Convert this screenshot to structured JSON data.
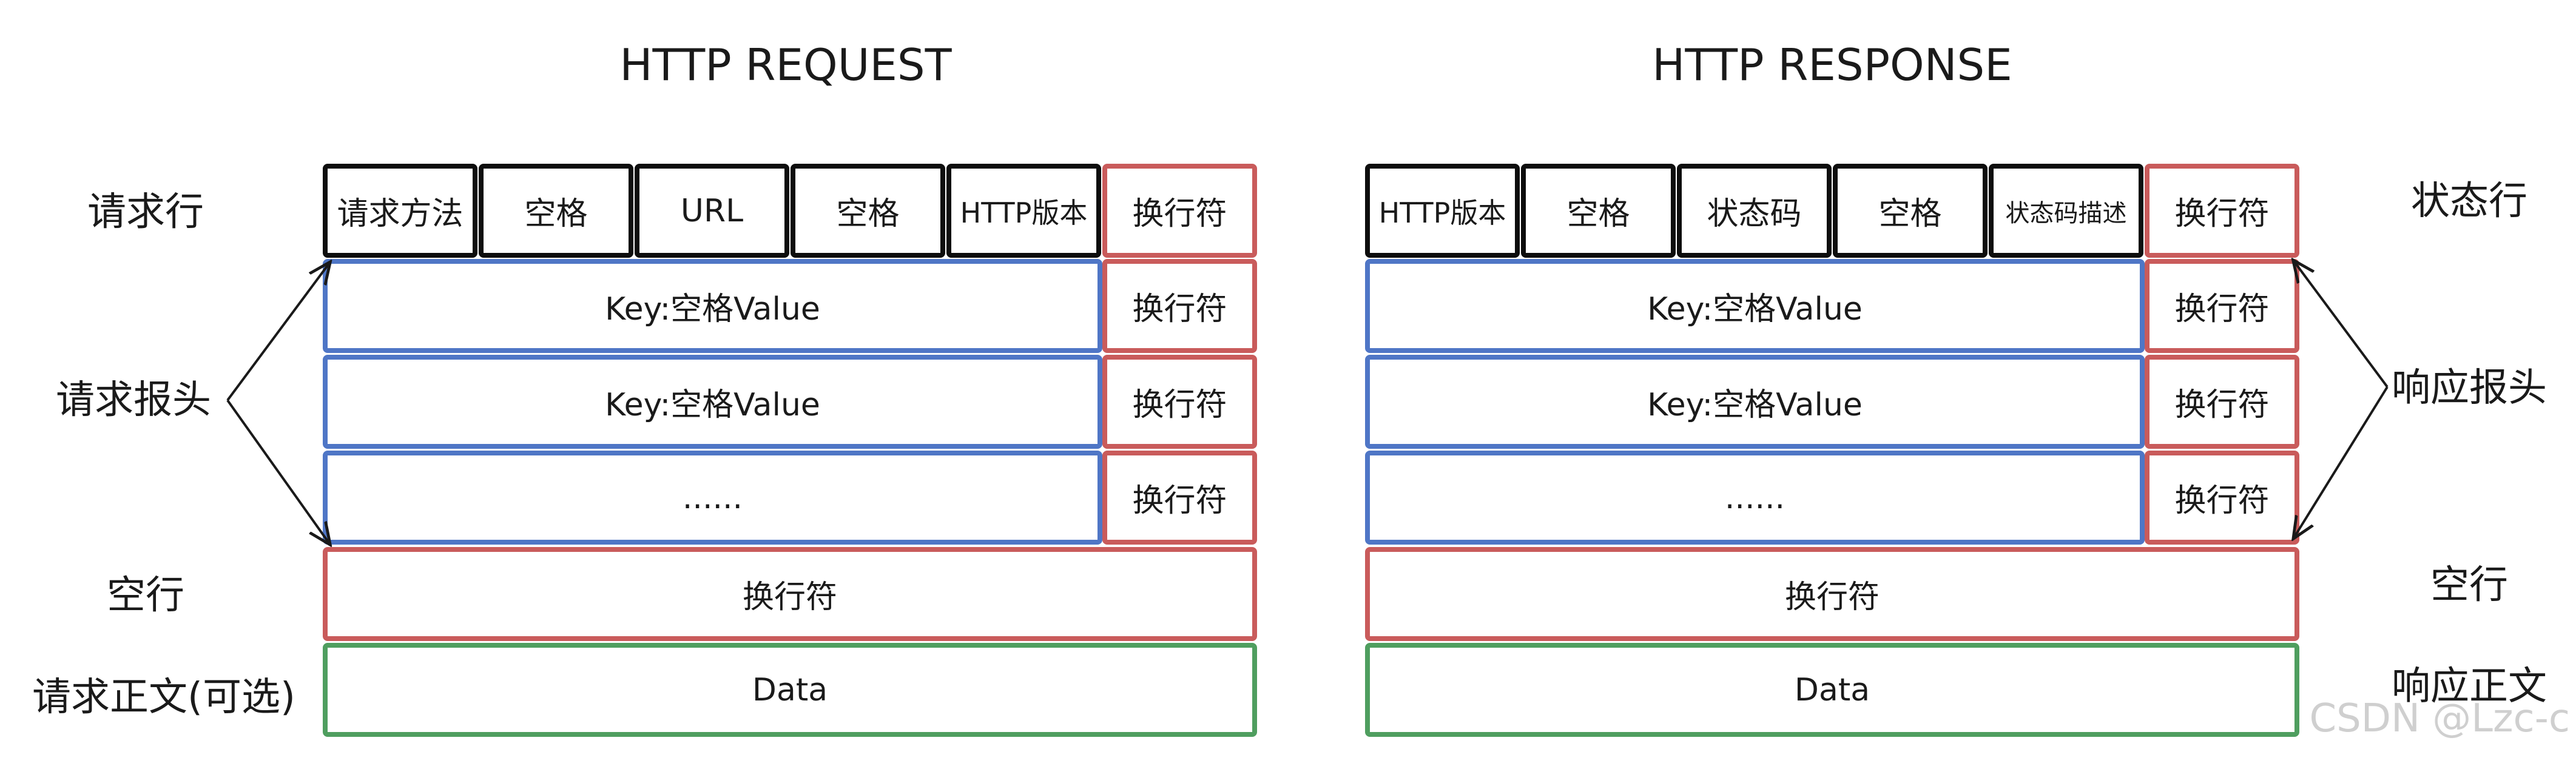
{
  "request": {
    "title": "HTTP REQUEST",
    "labels": {
      "request_line": "请求行",
      "headers": "请求报头",
      "blank_line": "空行",
      "body": "请求正文(可选)"
    },
    "request_line": [
      "请求方法",
      "空格",
      "URL",
      "空格",
      "HTTP版本"
    ],
    "crlf": "换行符",
    "header_rows": [
      "Key:空格Value",
      "Key:空格Value",
      "......"
    ],
    "blank_line_cell": "换行符",
    "body_cell": "Data"
  },
  "response": {
    "title": "HTTP RESPONSE",
    "labels": {
      "status_line": "状态行",
      "headers": "响应报头",
      "blank_line": "空行",
      "body": "响应正文"
    },
    "status_line": [
      "HTTP版本",
      "空格",
      "状态码",
      "空格",
      "状态码描述"
    ],
    "crlf": "换行符",
    "header_rows": [
      "Key:空格Value",
      "Key:空格Value",
      "......"
    ],
    "blank_line_cell": "换行符",
    "body_cell": "Data"
  },
  "watermark": "CSDN @Lzc-c",
  "colors": {
    "black_border": "#0d0d0d",
    "red_border": "#c95b5b",
    "blue_border": "#4f76c6",
    "green_border": "#4f9e5f",
    "arrow": "#1a1a1a"
  }
}
